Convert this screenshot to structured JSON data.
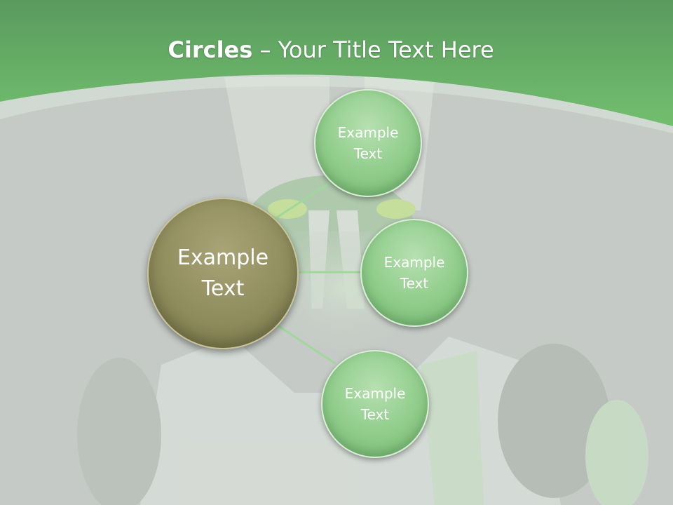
{
  "title": {
    "bold": "Circles",
    "rest": " – Your Title Text Here"
  },
  "center_node": {
    "label": "Example Text"
  },
  "nodes": [
    {
      "label": "Example Text"
    },
    {
      "label": "Example Text"
    },
    {
      "label": "Example Text"
    }
  ],
  "colors": {
    "header_green": "#6cb86a",
    "center_circle": "#8d8a5c",
    "outer_circle": "#8fcc8a",
    "connector": "#9fd89a",
    "background": "#c5cac6"
  }
}
